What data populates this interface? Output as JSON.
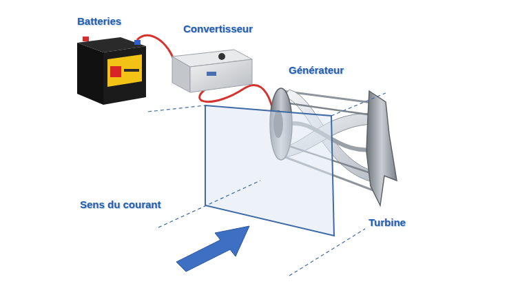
{
  "diagram": {
    "labels": [
      "Batteries",
      "Convertisseur",
      "Générateur",
      "Sens du courant",
      "Turbine"
    ]
  }
}
